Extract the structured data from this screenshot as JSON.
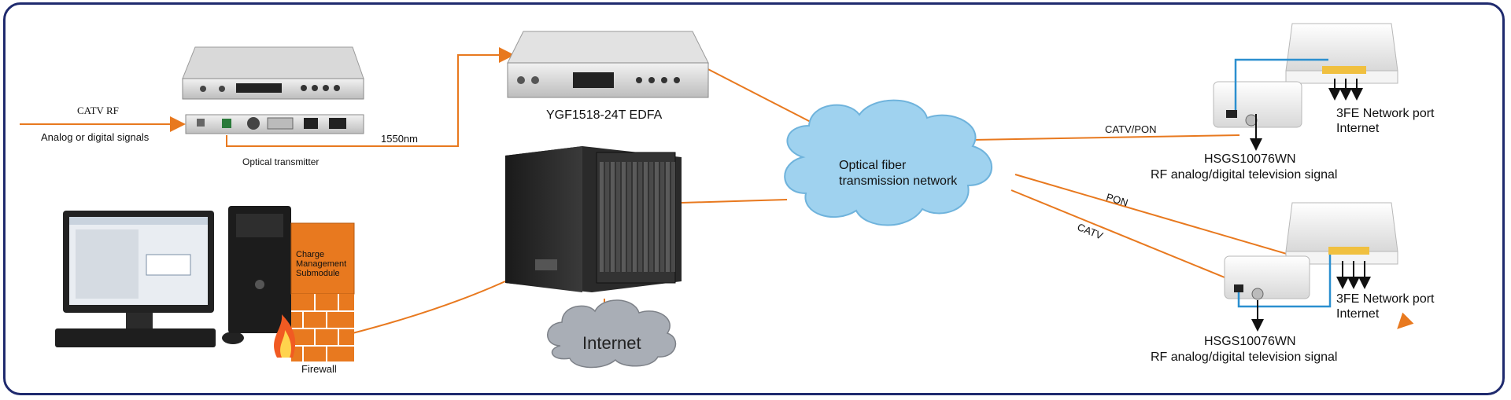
{
  "labels": {
    "catv_rf": "CATV RF",
    "analog_or_digital": "Analog or digital signals",
    "optical_transmitter": "Optical transmitter",
    "wavelength": "1550nm",
    "edfa": "YGF1518-24T  EDFA",
    "cloud_network": [
      "Optical fiber",
      "transmission network"
    ],
    "internet": "Internet",
    "charge_module": [
      "Charge",
      "Management",
      "Submodule"
    ],
    "firewall": "Firewall",
    "catv_pon": "CATV/PON",
    "pon": "PON",
    "catv": "CATV",
    "onu_top": {
      "model": "HSGS10076WN",
      "signal": "RF analog/digital television signal",
      "ports": "3FE Network port",
      "internet": "Internet"
    },
    "onu_bottom": {
      "model": "HSGS10076WN",
      "signal": "RF analog/digital television signal",
      "ports": "3FE Network port",
      "internet": "Internet"
    }
  },
  "colors": {
    "frame": "#1f2a6e",
    "fiber_link": "#e8791f",
    "ethernet_link": "#2b8fcf",
    "cloud_fill": "#9fd2ef",
    "internet_cloud": "#a9aeb6",
    "firewall_brick": "#e8791f"
  },
  "icons": [
    "optical-transmitter-device",
    "edfa-device",
    "olt-chassis",
    "computer-workstation",
    "firewall-icon",
    "onu-router-device",
    "arrow-down-icon"
  ]
}
